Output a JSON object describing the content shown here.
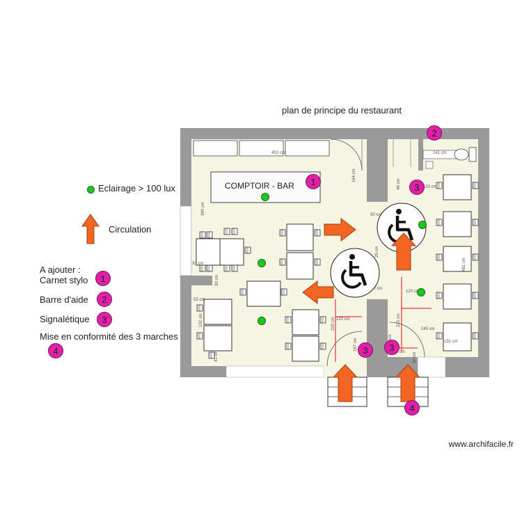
{
  "title": "plan de principe du restaurant",
  "legend": {
    "lighting": "Eclairage > 100 lux",
    "circulation": "Circulation",
    "add_heading": "A ajouter :",
    "items": [
      {
        "num": "1",
        "label": "Carnet stylo"
      },
      {
        "num": "2",
        "label": "Barre d'aide"
      },
      {
        "num": "3",
        "label": "Signalétique"
      },
      {
        "num": "4",
        "label": "Mise en conformité des 3 marches"
      }
    ]
  },
  "plan": {
    "bar_label": "COMPTOIR - BAR",
    "dimensions": [
      "453 cm",
      "164 cm",
      "340 cm",
      "33 cm",
      "30 cm",
      "53 cm",
      "102 cm",
      "41 cm",
      "50 cm",
      "25 cm",
      "120 cm",
      "220 cm",
      "167 cm",
      "80 cm",
      "245 cm",
      "131 cm",
      "102 cm",
      "90 cm",
      "481 cm",
      "141 cm",
      "133 cm",
      "48 cm"
    ]
  },
  "watermark": "www.archifacile.fr",
  "colors": {
    "wall": "#9a9a9a",
    "floor": "#f6f4e2",
    "badge": "#e020a8",
    "light": "#21c521",
    "arrow": "#f26522"
  }
}
